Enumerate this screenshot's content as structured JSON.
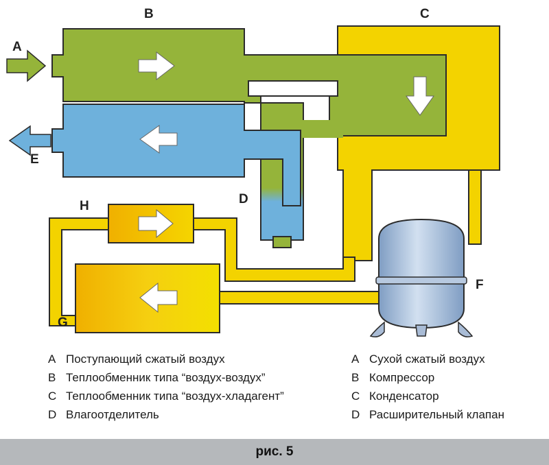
{
  "colors": {
    "green": "#95b43a",
    "blue": "#6eb1dc",
    "yellow": "#f3d300",
    "orange": "#f0b000",
    "outline": "#2b2b2b",
    "tank": "#9cb6d6"
  },
  "markers": {
    "a": "A",
    "b": "B",
    "c": "C",
    "d": "D",
    "e": "E",
    "f": "F",
    "g": "G",
    "h": "H"
  },
  "legend_left": [
    {
      "key": "A",
      "text": "Поступающий сжатый воздух"
    },
    {
      "key": "B",
      "text": "Теплообменник типа “воздух-воздух”"
    },
    {
      "key": "C",
      "text": "Теплообменник типа “воздух-хладагент”"
    },
    {
      "key": "D",
      "text": "Влагоотделитель"
    }
  ],
  "legend_right": [
    {
      "key": "A",
      "text": "Сухой сжатый воздух"
    },
    {
      "key": "B",
      "text": "Компрессор"
    },
    {
      "key": "C",
      "text": "Конденсатор"
    },
    {
      "key": "D",
      "text": "Расширительный клапан"
    }
  ],
  "caption": "рис. 5"
}
